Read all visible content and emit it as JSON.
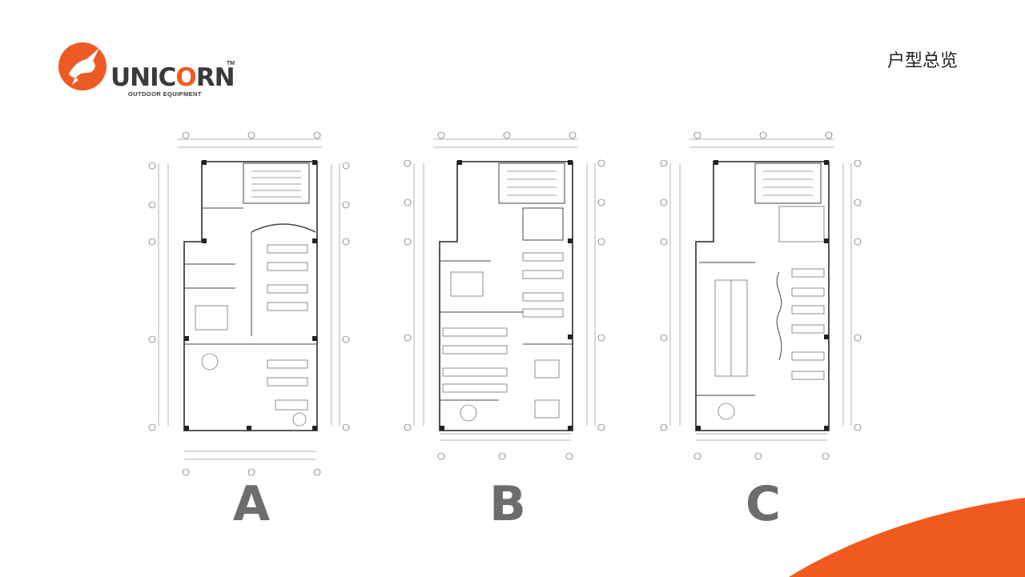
{
  "brand": {
    "name_pre": "UNIC",
    "name_o": "O",
    "name_post": "RN",
    "tm": "TM",
    "tagline": "OUTDOOR EQUIPMENT",
    "color": "#ee5a24",
    "text_color": "#3a3a3a"
  },
  "header": {
    "title": "户型总览"
  },
  "plans": [
    {
      "label": "A"
    },
    {
      "label": "B"
    },
    {
      "label": "C"
    }
  ],
  "colors": {
    "accent": "#f15a1f",
    "label_gray": "#6d6d6d",
    "line": "#444444"
  }
}
